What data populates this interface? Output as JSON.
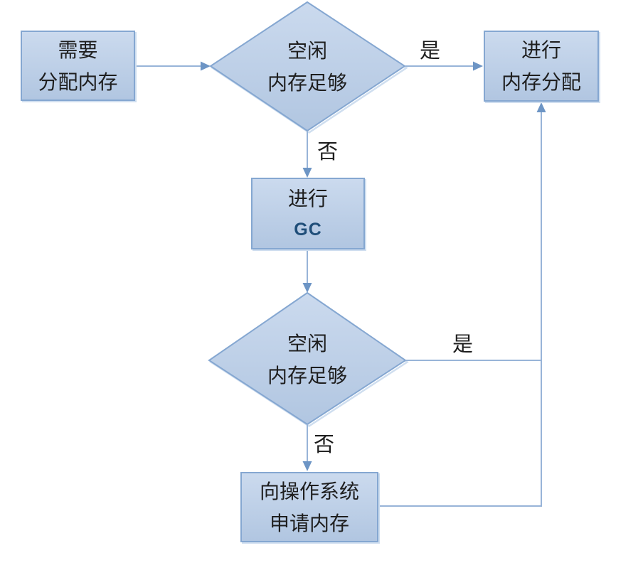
{
  "flowchart": {
    "nodes": {
      "start": {
        "type": "process",
        "lines": [
          "需要",
          "分配内存"
        ]
      },
      "decision1": {
        "type": "decision",
        "lines": [
          "空闲",
          "内存足够"
        ]
      },
      "allocate": {
        "type": "process",
        "lines": [
          "进行",
          "内存分配"
        ]
      },
      "gc": {
        "type": "process",
        "lines": [
          "进行",
          "GC"
        ]
      },
      "decision2": {
        "type": "decision",
        "lines": [
          "空闲",
          "内存足够"
        ]
      },
      "request_os": {
        "type": "process",
        "lines": [
          "向操作系统",
          "申请内存"
        ]
      }
    },
    "edges": [
      {
        "from": "start",
        "to": "decision1",
        "label": ""
      },
      {
        "from": "decision1",
        "to": "allocate",
        "label": "是"
      },
      {
        "from": "decision1",
        "to": "gc",
        "label": "否"
      },
      {
        "from": "gc",
        "to": "decision2",
        "label": ""
      },
      {
        "from": "decision2",
        "to": "allocate",
        "label": "是"
      },
      {
        "from": "decision2",
        "to": "request_os",
        "label": "否"
      },
      {
        "from": "request_os",
        "to": "allocate",
        "label": ""
      }
    ],
    "colors": {
      "node_fill_top": "#cbdaee",
      "node_fill_bottom": "#b1c6e1",
      "node_border": "#85a7d1",
      "connector": "#98b4d8",
      "arrowhead": "#6d95c5",
      "text": "#1e1e1e",
      "gc_text": "#1f4e79",
      "shadow": "#cfdeef",
      "background": "#ffffff"
    }
  }
}
